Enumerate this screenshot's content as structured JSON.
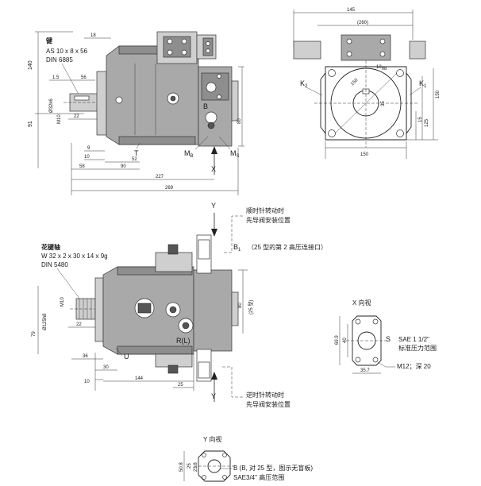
{
  "top_left_view": {
    "key_label": "键",
    "key_spec_1": "AS 10 x 8 x 56",
    "key_spec_2": "DIN 6885",
    "dims": {
      "d18": "18",
      "d140": "140",
      "d1_5": "1.5",
      "d56": "56",
      "shaft_dia": "Ø32k6",
      "thread": "M10",
      "d22": "22",
      "d91": "91",
      "d9": "9",
      "d10": "10",
      "d52": "52",
      "d58": "58",
      "d90": "90",
      "d227": "227",
      "d269": "269",
      "d80": "80"
    },
    "port_b": "B",
    "port_t": "T",
    "port_mb": "M",
    "port_mb_sub": "B",
    "port_ms": "M",
    "port_ms_sub": "S",
    "arrow_x": "X"
  },
  "top_right_view": {
    "dims": {
      "d145": "145",
      "d260": "(260)",
      "d10h8": "10",
      "d10h8_sub": "h8",
      "d150_diag": "150",
      "d35": "35",
      "d150_right": "150",
      "d125": "125",
      "d15": "15",
      "d150_bottom": "150"
    },
    "k2": "K",
    "k2_sub": "2",
    "k1": "K",
    "k1_sub": "1"
  },
  "middle_view": {
    "y_top": "Y",
    "y_bottom": "Y",
    "note_cw_1": "顺时针转动时",
    "note_cw_2": "先导阀安装位置",
    "b1_label": "B",
    "b1_sub": "1",
    "b1_note": "（25 型的第 2 高压连接口）",
    "spline_title": "花键轴",
    "spline_spec_1": "W 32 x 2 x 30 x 14 x 9g",
    "spline_spec_2": "DIN 5480",
    "note_ccw_1": "逆时针转动时",
    "note_ccw_2": "先导阀安装位置",
    "dims": {
      "d80": "80",
      "d25_type": "(25 型)",
      "shaft_dia": "Ø125h8",
      "thread": "M10",
      "d79": "79",
      "d22": "22",
      "d36": "36",
      "d30": "30",
      "d10": "10",
      "d144": "144",
      "d25": "25"
    },
    "port_r": "R(L)",
    "port_u": "U"
  },
  "x_view": {
    "title": "X 向视",
    "s_label": "S",
    "s_spec_1": "SAE 1 1/2\"",
    "s_spec_2": "标准压力范围",
    "thread_note": "M12；深 20",
    "dims": {
      "d69_9": "69.9",
      "d40": "40",
      "d35_7": "35.7"
    }
  },
  "y_view": {
    "title": "Y 向视",
    "b_note_1": "B (B, 对 25 型，图示无盲板)",
    "b_note_2": "SAE3/4\"  高压范围",
    "dims": {
      "d50_8": "50.8",
      "d25": "25",
      "d23_8": "23.8"
    }
  }
}
